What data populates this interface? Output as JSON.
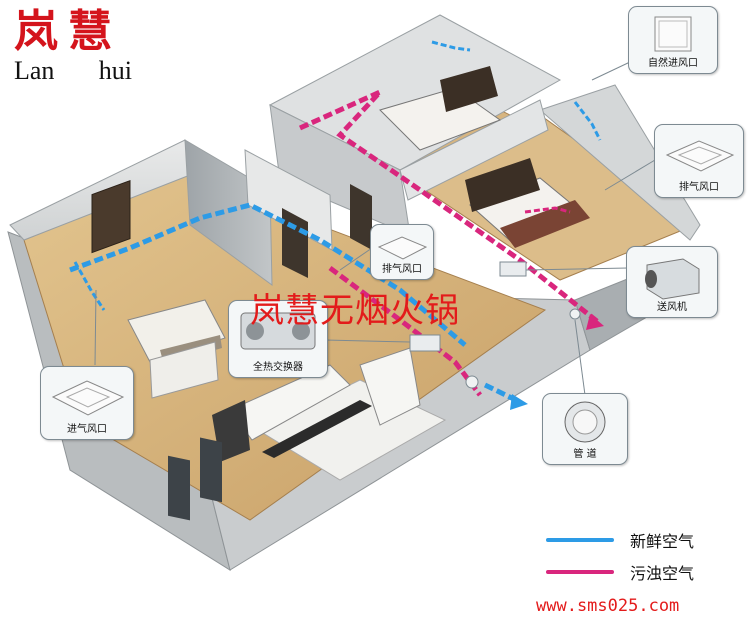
{
  "brand": {
    "cn": "岚慧",
    "en_left": "Lan",
    "en_right": "hui"
  },
  "watermark": "岚慧无烟火锅",
  "callouts": {
    "natural_inlet": "自然进风口",
    "exhaust_right": "排气风口",
    "exhaust_center": "排气风口",
    "fan": "送风机",
    "heat_exchanger": "全热交换器",
    "inlet": "进气风口",
    "duct": "管    道"
  },
  "legend": [
    {
      "label": "新鲜空气",
      "color": "#2d9be6"
    },
    {
      "label": "污浊空气",
      "color": "#d9267d"
    }
  ],
  "colors": {
    "fresh": "#2d9be6",
    "stale": "#d9267d",
    "brand": "#d4141c"
  },
  "url": "www.sms025.com"
}
